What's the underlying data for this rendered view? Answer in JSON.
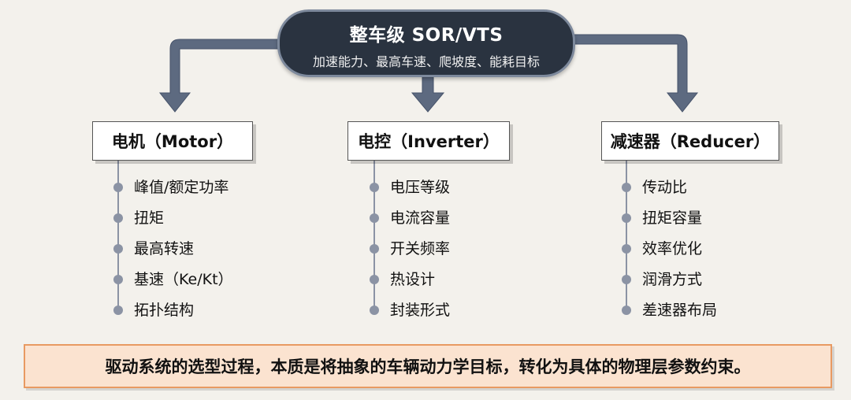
{
  "top": {
    "title": "整车级 SOR/VTS",
    "subtitle": "加速能力、最高车速、爬坡度、能耗目标"
  },
  "columns": [
    {
      "header": "电机（Motor）",
      "items": [
        "峰值/额定功率",
        "扭矩",
        "最高转速",
        "基速（Ke/Kt）",
        "拓扑结构"
      ]
    },
    {
      "header": "电控（Inverter）",
      "items": [
        "电压等级",
        "电流容量",
        "开关频率",
        "热设计",
        "封装形式"
      ]
    },
    {
      "header": "减速器（Reducer）",
      "items": [
        "传动比",
        "扭矩容量",
        "效率优化",
        "润滑方式",
        "差速器布局"
      ]
    }
  ],
  "conclusion": "驱动系统的选型过程，本质是将抽象的车辆动力学目标，转化为具体的物理层参数约束。",
  "colors": {
    "top_node": "#2a3340",
    "arrow": "#5d6a80",
    "bullet": "#8b93a4",
    "conclusion_fill": "#fbe3d0",
    "conclusion_border": "#e89a62"
  }
}
